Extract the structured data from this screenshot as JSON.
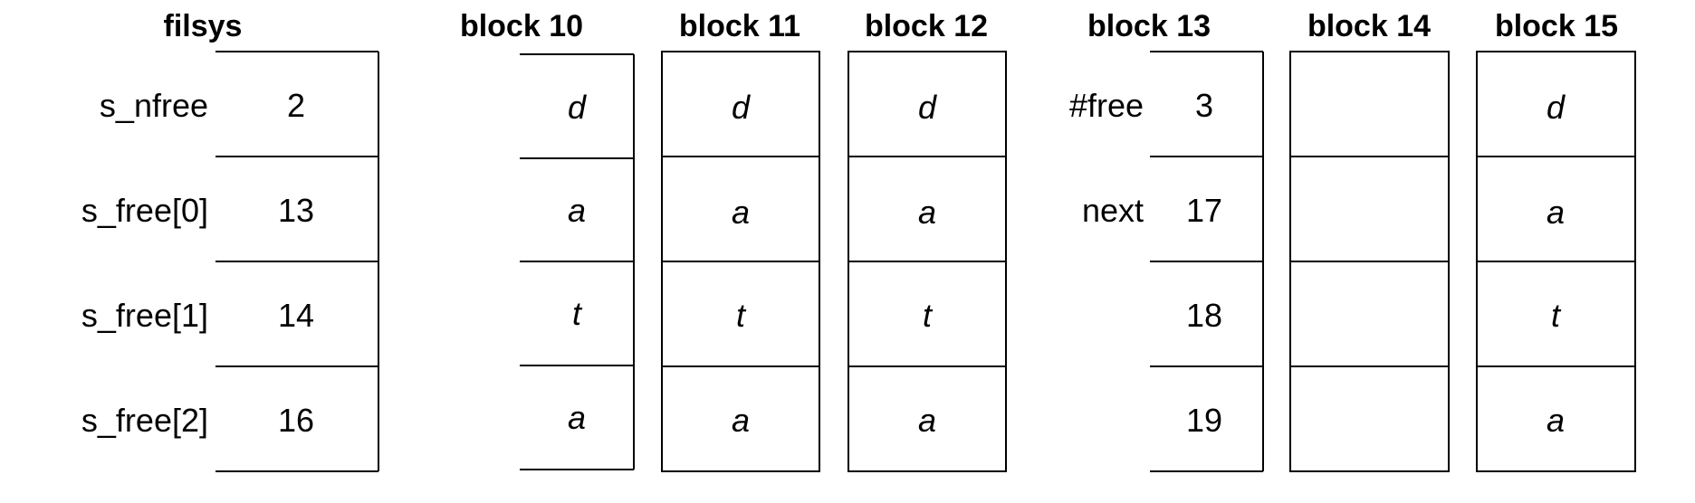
{
  "filsys": {
    "title": "filsys",
    "rows": [
      {
        "label": "s_nfree",
        "value": "2",
        "color": "#e0281e"
      },
      {
        "label": "s_free[0]",
        "value": "13",
        "color": "#000000"
      },
      {
        "label": "s_free[1]",
        "value": "14",
        "color": "#000000"
      },
      {
        "label": "s_free[2]",
        "value": "16",
        "color": "#b8b8b8"
      }
    ]
  },
  "blocks": [
    {
      "title": "block 10",
      "cells": [
        "d",
        "a",
        "t",
        "a"
      ]
    },
    {
      "title": "block 11",
      "cells": [
        "d",
        "a",
        "t",
        "a"
      ]
    },
    {
      "title": "block 12",
      "cells": [
        "d",
        "a",
        "t",
        "a"
      ]
    },
    {
      "title": "block 13",
      "labels": [
        "#free",
        "next",
        "",
        ""
      ],
      "cells": [
        "3",
        "17",
        "18",
        "19"
      ]
    },
    {
      "title": "block 14",
      "cells": [
        "",
        "",
        "",
        ""
      ]
    },
    {
      "title": "block 15",
      "cells": [
        "d",
        "a",
        "t",
        "a"
      ]
    }
  ]
}
